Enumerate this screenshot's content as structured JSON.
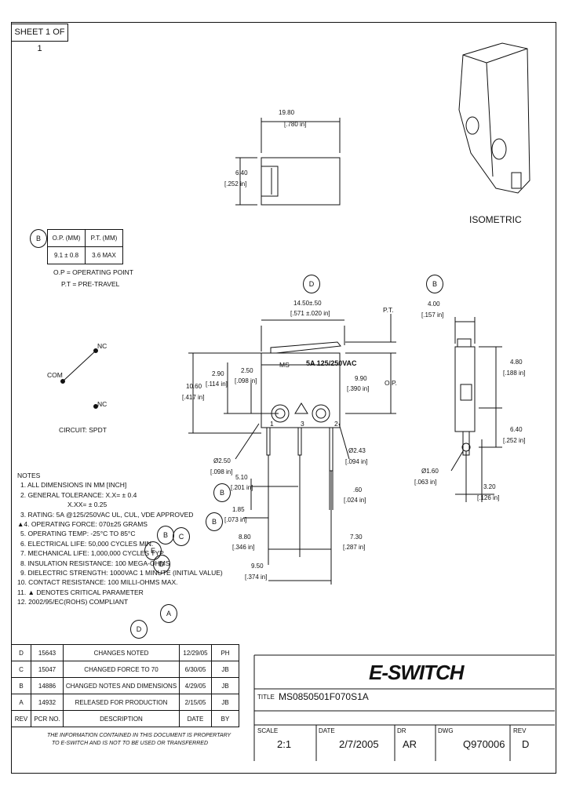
{
  "sheet": "SHEET 1 OF 1",
  "isometric_label": "ISOMETRIC",
  "top_view": {
    "width": "19.80",
    "width_in": "[.780 in]",
    "height": "6.40",
    "height_in": "[.252 in]"
  },
  "op_table": {
    "rev_tag": "B",
    "headers": [
      "O.P. (MM)",
      "P.T. (MM)"
    ],
    "values": [
      "9.1 ± 0.8",
      "3.6 MAX"
    ],
    "legend": [
      "O.P = OPERATING POINT",
      "P.T = PRE-TRAVEL"
    ]
  },
  "circuit": {
    "nc_top": "NC",
    "com": "COM",
    "nc_bottom": "NC",
    "label": "CIRCUIT: SPDT"
  },
  "front_view": {
    "tag_d": "D",
    "len": "14.50±.50",
    "len_in": "[.571 ±.020 in]",
    "pt": "P.T.",
    "op": "O.P.",
    "h": "10.60",
    "h_in": "[.417 in]",
    "d290": "2.90",
    "d290_in": "[.114 in]",
    "d250": "2.50",
    "d250_in": "[.098 in]",
    "d990": "9.90",
    "d990_in": "[.390 in]",
    "marking": "5A 125/250VAC",
    "ms": "MS",
    "pin1": "1",
    "pin2": "2",
    "pin3": "3",
    "hole1": "Ø2.50",
    "hole1_in": "[.098 in]",
    "hole2": "Ø2.43",
    "hole2_in": "[.094 in]",
    "d510": "5.10",
    "d510_in": "[.201 in]",
    "d060": ".60",
    "d060_in": "[.024 in]",
    "d185": "1.85",
    "d185_in": "[.073 in]",
    "d880": "8.80",
    "d880_in": "[.346 in]",
    "d730": "7.30",
    "d730_in": "[.287 in]",
    "d950": "9.50",
    "d950_in": "[.374 in]"
  },
  "side_view": {
    "tag_b": "B",
    "w": "4.00",
    "w_in": "[.157 in]",
    "h480": "4.80",
    "h480_in": "[.188 in]",
    "h640": "6.40",
    "h640_in": "[.252 in]",
    "hole": "Ø1.60",
    "hole_in": "[.063 in]",
    "d320": "3.20",
    "d320_in": "[.126 in]"
  },
  "notes": {
    "title": "NOTES",
    "items": [
      "1. ALL DIMENSIONS IN MM [INCH]",
      "2. GENERAL TOLERANCE: X.X= ± 0.4",
      "X.XX= ± 0.25",
      "3. RATING: 5A @125/250VAC UL, CUL, VDE APPROVED",
      "4. OPERATING FORCE: 070±25 GRAMS",
      "5. OPERATING TEMP: -25°C TO 85°C",
      "6. ELECTRICAL LIFE: 50,000 CYCLES MIN.",
      "7. MECHANICAL LIFE: 1,000,000 CYCLES TYP.",
      "8. INSULATION RESISTANCE: 100 MEGA-OHMS",
      "9. DIELECTRIC STRENGTH: 1000VAC 1 MINUTE (INITIAL VALUE)",
      "10. CONTACT RESISTANCE: 100 MILLI-OHMS MAX.",
      "11. ▲ DENOTES CRITICAL PARAMETER",
      "12. 2002/95/EC(ROHS) COMPLIANT"
    ],
    "tags": {
      "b": "B",
      "c": "C",
      "e": "E",
      "d": "D",
      "a": "A"
    }
  },
  "revisions": {
    "header": [
      "REV",
      "PCR NO.",
      "DESCRIPTION",
      "DATE",
      "BY"
    ],
    "rows": [
      [
        "D",
        "15643",
        "CHANGES NOTED",
        "12/29/05",
        "PH"
      ],
      [
        "C",
        "15047",
        "CHANGED FORCE TO 70",
        "6/30/05",
        "JB"
      ],
      [
        "B",
        "14886",
        "CHANGED NOTES AND DIMENSIONS",
        "4/29/05",
        "JB"
      ],
      [
        "A",
        "14932",
        "RELEASED FOR PRODUCTION",
        "2/15/05",
        "JB"
      ]
    ]
  },
  "disclaimer": [
    "THE INFORMATION CONTAINED IN THIS DOCUMENT IS PROPERTARY",
    "TO E-SWITCH AND IS NOT TO BE USED OR TRANSFERRED"
  ],
  "title_block": {
    "logo": "E-SWITCH",
    "title_label": "TITLE",
    "title": "MS0850501F070S1A",
    "scale_label": "SCALE",
    "scale": "2:1",
    "date_label": "DATE",
    "date": "2/7/2005",
    "dr_label": "DR",
    "dr": "AR",
    "dwg_label": "DWG",
    "dwg": "Q970006",
    "rev_label": "REV",
    "rev": "D"
  }
}
